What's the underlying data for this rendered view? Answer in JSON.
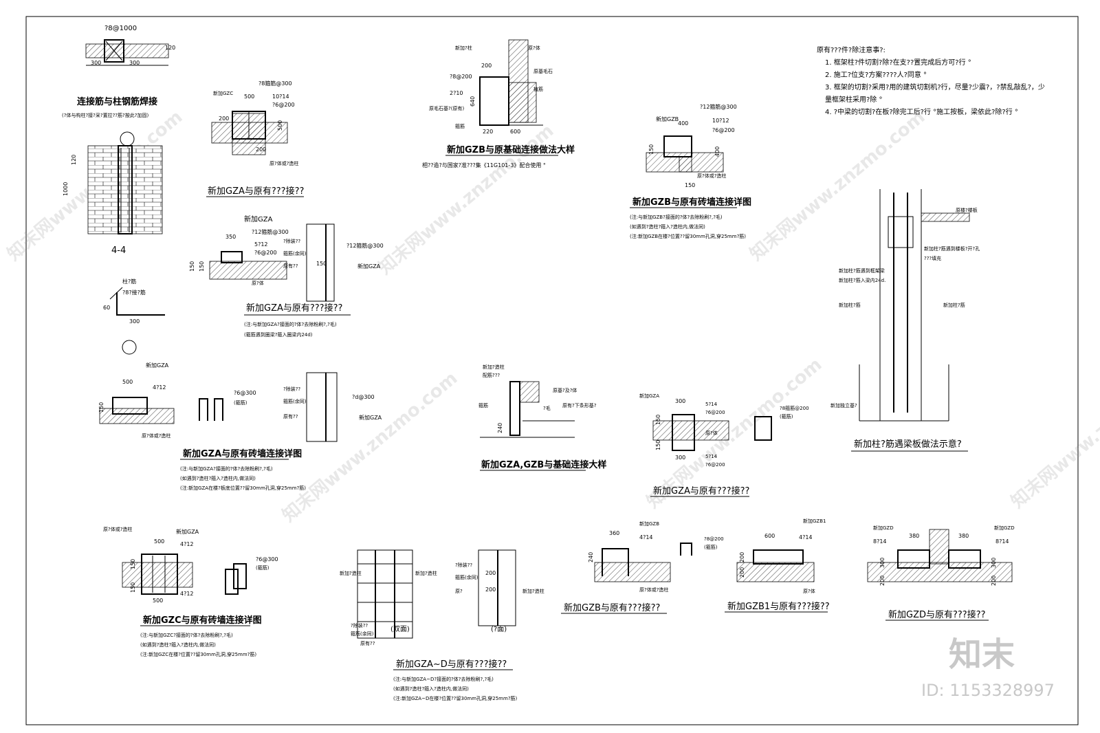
{
  "notes": {
    "heading": "原有???件?除注意事?:",
    "items": [
      "1. 框架柱?件切割?除?在支??置完成后方可?行 °",
      "2. 施工?位支?方案????人?同意 °",
      "3. 框架的切割?采用?用的建筑切割机?行，尽量?少震?，?禁乱敲乱?，少",
      "   量框架柱采用?除 °",
      "4. ?中梁的切割?在板?除完工后?行 °施工按板，梁依此?除?行 °"
    ]
  },
  "d1": {
    "title": "连接筋与柱钢筋焊接",
    "sub": "(?体与构柱?接?采?置拉??筋?按此?加固)",
    "d1": "?8@1000",
    "d2": "300",
    "d3": "300",
    "d4": "120"
  },
  "d44": {
    "title": "4-4",
    "d1": "1000",
    "d2": "120"
  },
  "dbar": {
    "l1": "柱?筋",
    "l2": "?8?接?筋",
    "d1": "300",
    "d2": "60"
  },
  "gza1": {
    "title": "新加GZA与原有???接??",
    "l1": "新加GZC",
    "l2": "?8箍筋@300",
    "l3": "10?14",
    "l4": "?6@200",
    "l5": "原?体或?造柱",
    "d1": "500",
    "d2": "200",
    "d3": "500",
    "d4": "200"
  },
  "gza2": {
    "title": "新加GZA与原有???接??",
    "n1": "(注:与新加GZA?接面的?体?去除粉刷?,?毛)",
    "n2": "(箍筋遇到圈梁?箍入圈梁内24d)",
    "l1": "新加GZA",
    "l2": "?12箍筋@300",
    "l3": "5?12",
    "l4": "?6@200",
    "l5": "原?体",
    "l6": "?除装??",
    "l7": "箍筋(余同)",
    "l8": "原有??",
    "l9": "?12箍筋@300",
    "l10": "新加GZA",
    "d1": "350",
    "d2": "150",
    "d3": "150",
    "d4": "150"
  },
  "gzb_found": {
    "title": "新加GZB与原基础连接做法大样",
    "sub": "相??造?与国家?准???集《11G101-3》配合使用 °",
    "l1": "新加?柱",
    "l2": "?8@200",
    "l3": "2?10",
    "l4": "原毛石基?(原有)",
    "l5": "箍筋",
    "l6": "原?体",
    "l7": "原基毛石",
    "l8": "植筋",
    "d1": "200",
    "d2": "640",
    "d3": "220",
    "d4": "600"
  },
  "gzb_brick": {
    "title": "新加GZB与原有砖墙连接详图",
    "n1": "(注:与新加GZB?接面的?体?去除粉刷?,?毛)",
    "n2": "(如遇到?造柱?箍入?造柱内,做法同)",
    "n3": "(注:新加GZB在楼?位置??留30mm孔洞,穿25mm?筋)",
    "l1": "新加GZB",
    "l2": "?12箍筋@300",
    "l3": "10?12",
    "l4": "?6@200",
    "l5": "原?体或?造柱",
    "d1": "400",
    "d2": "400",
    "d3": "150",
    "d4": "150"
  },
  "gza_brick": {
    "title": "新加GZA与原有砖墙连接详图",
    "n1": "(注:与新加GZA?接面的?体?去除粉刷?,?毛)",
    "n2": "(如遇到?造柱?箍入?造柱内,做法同)",
    "n3": "(注:新加GZA在楼?板底位置??留30mm孔洞,穿25mm?筋)",
    "l1": "新加GZA",
    "l2": "4?12",
    "l3": "原?体或?造柱",
    "l4": "?6@300",
    "l5": "(箍筋)",
    "l6": "?除装??",
    "l7": "箍筋(余同)",
    "l8": "原有??",
    "l9": "?d@300",
    "l10": "新加GZA",
    "d1": "500",
    "d2": "150",
    "d3": "150"
  },
  "gza_gzb_found": {
    "title": "新加GZA,GZB与基础连接大样",
    "l1": "新加?造柱",
    "l2": "配筋???",
    "l3": "箍筋",
    "l4": "原基?及?体",
    "l5": "原有?下条形基?",
    "l6": "?毛",
    "d1": "240"
  },
  "gza3": {
    "title": "新加GZA与原有???接??",
    "l1": "新加GZA",
    "l2": "5?14",
    "l3": "?6@200",
    "l4": "原?体",
    "l5": "5?14",
    "l6": "?6@200",
    "l7": "?8箍筋@200",
    "l8": "(箍筋)",
    "d1": "300",
    "d2": "150",
    "d3": "150",
    "d4": "300"
  },
  "beam": {
    "title": "新加柱?筋遇梁板做法示意?",
    "l1": "原楼?楼板",
    "l2": "新加柱?筋遇到楼板?开?孔",
    "l3": "???填充",
    "l4": "新加柱?筋遇到框架梁",
    "l5": "新加柱?筋入梁内24d.",
    "l6": "新加柱?筋",
    "l7": "新加柱?筋",
    "l8": "新加独立基?"
  },
  "gzc": {
    "title": "新加GZC与原有砖墙连接详图",
    "n1": "(注:与新加GZC?接面的?体?去除粉刷?,?毛)",
    "n2": "(如遇到?造柱?箍入?造柱内,做法同)",
    "n3": "(注:新加GZC在楼?位置??留30mm孔洞,穿25mm?筋)",
    "l1": "原?体或?造柱",
    "l2": "新加GZA",
    "l3": "4?12",
    "l4": "4?12",
    "l5": "?6@300",
    "l6": "(箍筋)",
    "d1": "500",
    "d2": "500",
    "d3": "150",
    "d4": "150"
  },
  "gzad": {
    "title": "新加GZA~D与原有???接??",
    "n1": "(注:与新加GZA~D?接面的?体?去除粉刷?,?毛)",
    "n2": "(如遇到?造柱?箍入?造柱内,做法同)",
    "n3": "(注:新加GZA~D在楼?位置??留30mm孔洞,穿25mm?筋)",
    "l1": "新加?造柱",
    "l2": "新加?造柱",
    "l3": "?除装??",
    "l4": "箍筋(余同)",
    "l5": "原有??",
    "l6": "?除装??",
    "l7": "箍筋(余同)",
    "l8": "原?",
    "l9": "新加?造柱",
    "c1": "(双面)",
    "c2": "(?面)",
    "d1": "200",
    "d2": "200"
  },
  "gzb2": {
    "title": "新加GZB与原有???接??",
    "l1": "新加GZB",
    "l2": "4?14",
    "l3": "原?体或?造柱",
    "d1": "360",
    "d2": "240"
  },
  "gzb_stirrup": {
    "l1": "?8@200",
    "l2": "(箍筋)"
  },
  "gzb1": {
    "title": "新加GZB1与原有???接??",
    "l1": "新加GZB1",
    "l2": "4?14",
    "l3": "原?体",
    "d1": "600",
    "d2": "200",
    "d3": "200"
  },
  "gzd": {
    "title": "新加GZD与原有???接??",
    "l1": "新加GZD",
    "l2": "新加GZD",
    "l3": "8?14",
    "l4": "8?14",
    "d1": "380",
    "d2": "380",
    "d3": "300",
    "d4": "200",
    "d5": "300",
    "d6": "200"
  },
  "brand": {
    "logo": "知末",
    "id": "ID: 1153328997"
  },
  "watermark": "知末网www.znzmo.com"
}
